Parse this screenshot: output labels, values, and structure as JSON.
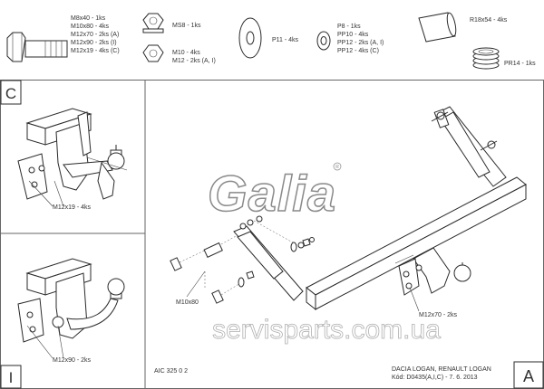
{
  "parts": {
    "bolts": [
      "M8x40 - 1ks",
      "M10x80 - 4ks",
      "M12x70 - 2ks (A)",
      "M12x90 - 2ks (I)",
      "M12x19 - 4ks (C)"
    ],
    "nuts": [
      "MS8 - 1ks",
      "M10 - 4ks",
      "M12 - 2ks (A, I)"
    ],
    "plate_washer": "P11 - 4ks",
    "washers": [
      "P8 - 1ks",
      "PP10 - 4ks",
      "PP12 - 2ks (A, I)",
      "PP12 - 4ks (C)"
    ],
    "sleeve": "R18x54 - 4ks",
    "spring": "PR14 - 1ks"
  },
  "panels": {
    "c": {
      "letter": "C",
      "bolt_label": "M12x19 - 4ks"
    },
    "i": {
      "letter": "I",
      "bolt_label": "M12x90 - 2ks"
    },
    "a": {
      "letter": "A",
      "bolt_label": "M12x70 - 2ks",
      "bolt_label_left": "M10x80"
    }
  },
  "brand": "Galia",
  "drawing_code": "AIC 325 0 2",
  "title_block": {
    "vehicle": "DACIA LOGAN, RENAULT LOGAN",
    "code_line": "Kód: D0435(A,I,C) - 7. 6. 2013"
  },
  "watermark": "servisparts.com.ua"
}
